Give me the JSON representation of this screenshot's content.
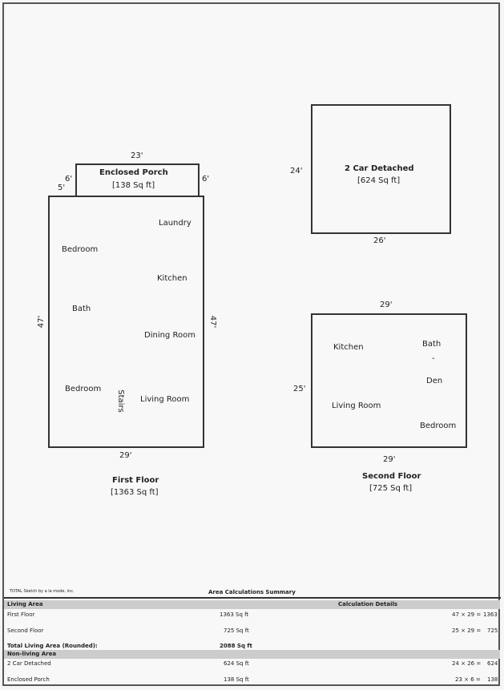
{
  "first_floor": {
    "title": "First Floor",
    "area": "[1363 Sq ft]",
    "rooms": {
      "bedroom1": "Bedroom",
      "laundry": "Laundry",
      "kitchen": "Kitchen",
      "bath": "Bath",
      "dining": "Dining Room",
      "bedroom2": "Bedroom",
      "stairs": "Stairs",
      "living": "Living Room"
    },
    "dims": {
      "bottom": "29'",
      "left": "47'",
      "right": "47'"
    }
  },
  "porch": {
    "title": "Enclosed Porch",
    "area": "[138 Sq ft]",
    "dims": {
      "top": "23'",
      "left_top": "6'",
      "left_bottom": "5'",
      "right": "6'"
    }
  },
  "garage": {
    "title": "2 Car Detached",
    "area": "[624 Sq ft]",
    "dims": {
      "left": "24'",
      "bottom": "26'"
    }
  },
  "second_floor": {
    "title": "Second Floor",
    "area": "[725 Sq ft]",
    "rooms": {
      "kitchen": "Kitchen",
      "bath": "Bath",
      "dash": "-",
      "den": "Den",
      "living": "Living Room",
      "bedroom": "Bedroom"
    },
    "dims": {
      "top": "29'",
      "left": "25'",
      "bottom": "29'"
    }
  },
  "summary": {
    "brand": "TOTAL Sketch by a la mode, inc.",
    "title": "Area Calculations Summary",
    "living_header": "Living Area",
    "calc_header": "Calculation Details",
    "rows": [
      {
        "name": "First Floor",
        "area": "1363 Sq ft",
        "calc": "47 × 29 =",
        "res": "1363"
      },
      {
        "name": "Second Floor",
        "area": "725 Sq ft",
        "calc": "25 × 29 =",
        "res": "725"
      }
    ],
    "total_label": "Total Living Area (Rounded):",
    "total_value": "2088 Sq ft",
    "nonliving_header": "Non-living Area",
    "nonliving_rows": [
      {
        "name": "2 Car Detached",
        "area": "624 Sq ft",
        "calc": "24 × 26 =",
        "res": "624"
      },
      {
        "name": "Enclosed Porch",
        "area": "138 Sq ft",
        "calc": "23 × 6 =",
        "res": "138"
      }
    ]
  }
}
